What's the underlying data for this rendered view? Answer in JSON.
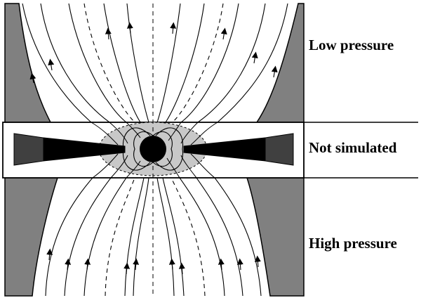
{
  "labels": {
    "low_pressure": "Low pressure",
    "not_simulated": "Not simulated",
    "high_pressure": "High pressure"
  },
  "colors": {
    "background": "#ffffff",
    "ink": "#000000",
    "wall_fill": "#808080",
    "disk_outer_fill": "#404040",
    "disk_inner_fill": "#000000",
    "magnetosphere_fill": "#c8c8c8",
    "star_fill": "#000000"
  },
  "regions": [
    "low-pressure",
    "not-simulated",
    "high-pressure"
  ]
}
